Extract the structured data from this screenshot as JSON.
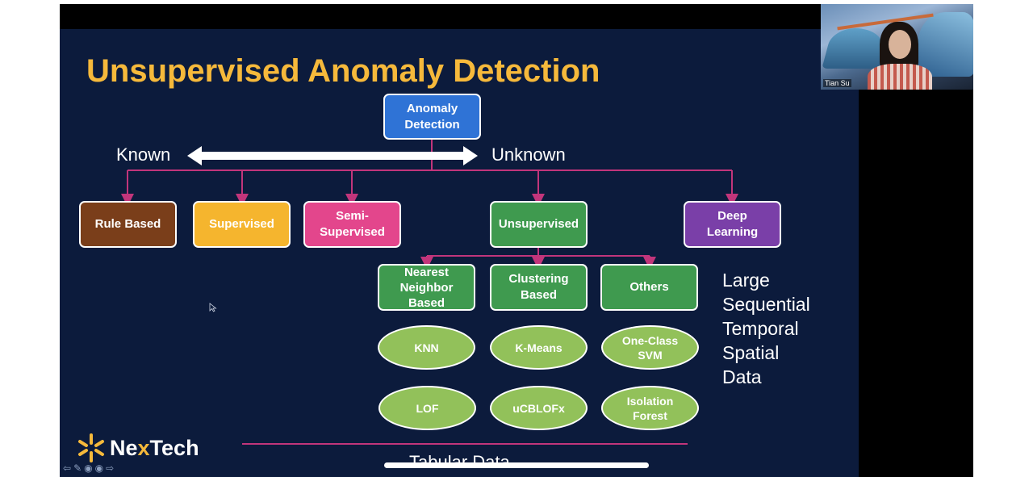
{
  "slide": {
    "title": "Unsupervised Anomaly Detection",
    "root": "Anomaly\nDetection",
    "known_label": "Known",
    "unknown_label": "Unknown",
    "categories": {
      "rule_based": "Rule Based",
      "supervised": "Supervised",
      "semi_supervised": "Semi-\nSupervised",
      "unsupervised": "Unsupervised",
      "deep_learning": "Deep\nLearning"
    },
    "unsupervised_types": {
      "nearest_neighbor": "Nearest\nNeighbor\nBased",
      "clustering": "Clustering\nBased",
      "others": "Others"
    },
    "algorithms": {
      "knn": "KNN",
      "kmeans": "K-Means",
      "one_class_svm": "One-Class\nSVM",
      "lof": "LOF",
      "ucblofx": "uCBLOFx",
      "isolation_forest": "Isolation\nForest"
    },
    "side_text": [
      "Large",
      "Sequential",
      "Temporal",
      "Spatial",
      "Data"
    ],
    "footer_text": "Tabular Data",
    "logo": {
      "prefix": "Ne",
      "x": "x",
      "suffix": "Tech"
    }
  },
  "webcam": {
    "participant_name": "Tian Su"
  },
  "colors": {
    "slide_bg": "#0c1b3c",
    "title": "#f6b93b",
    "root_box": "#2f73d6",
    "rule_based": "#7a3e1a",
    "supervised": "#f5b52e",
    "semi_supervised": "#e3468c",
    "green_box": "#3f9a4f",
    "deep_learning": "#7a3fa8",
    "oval": "#92c15a",
    "connector": "#c2357b"
  },
  "icons": [
    "arrow-left-icon",
    "pen-icon",
    "menu-icon",
    "zoom-icon",
    "arrow-right-icon",
    "cursor-icon"
  ]
}
